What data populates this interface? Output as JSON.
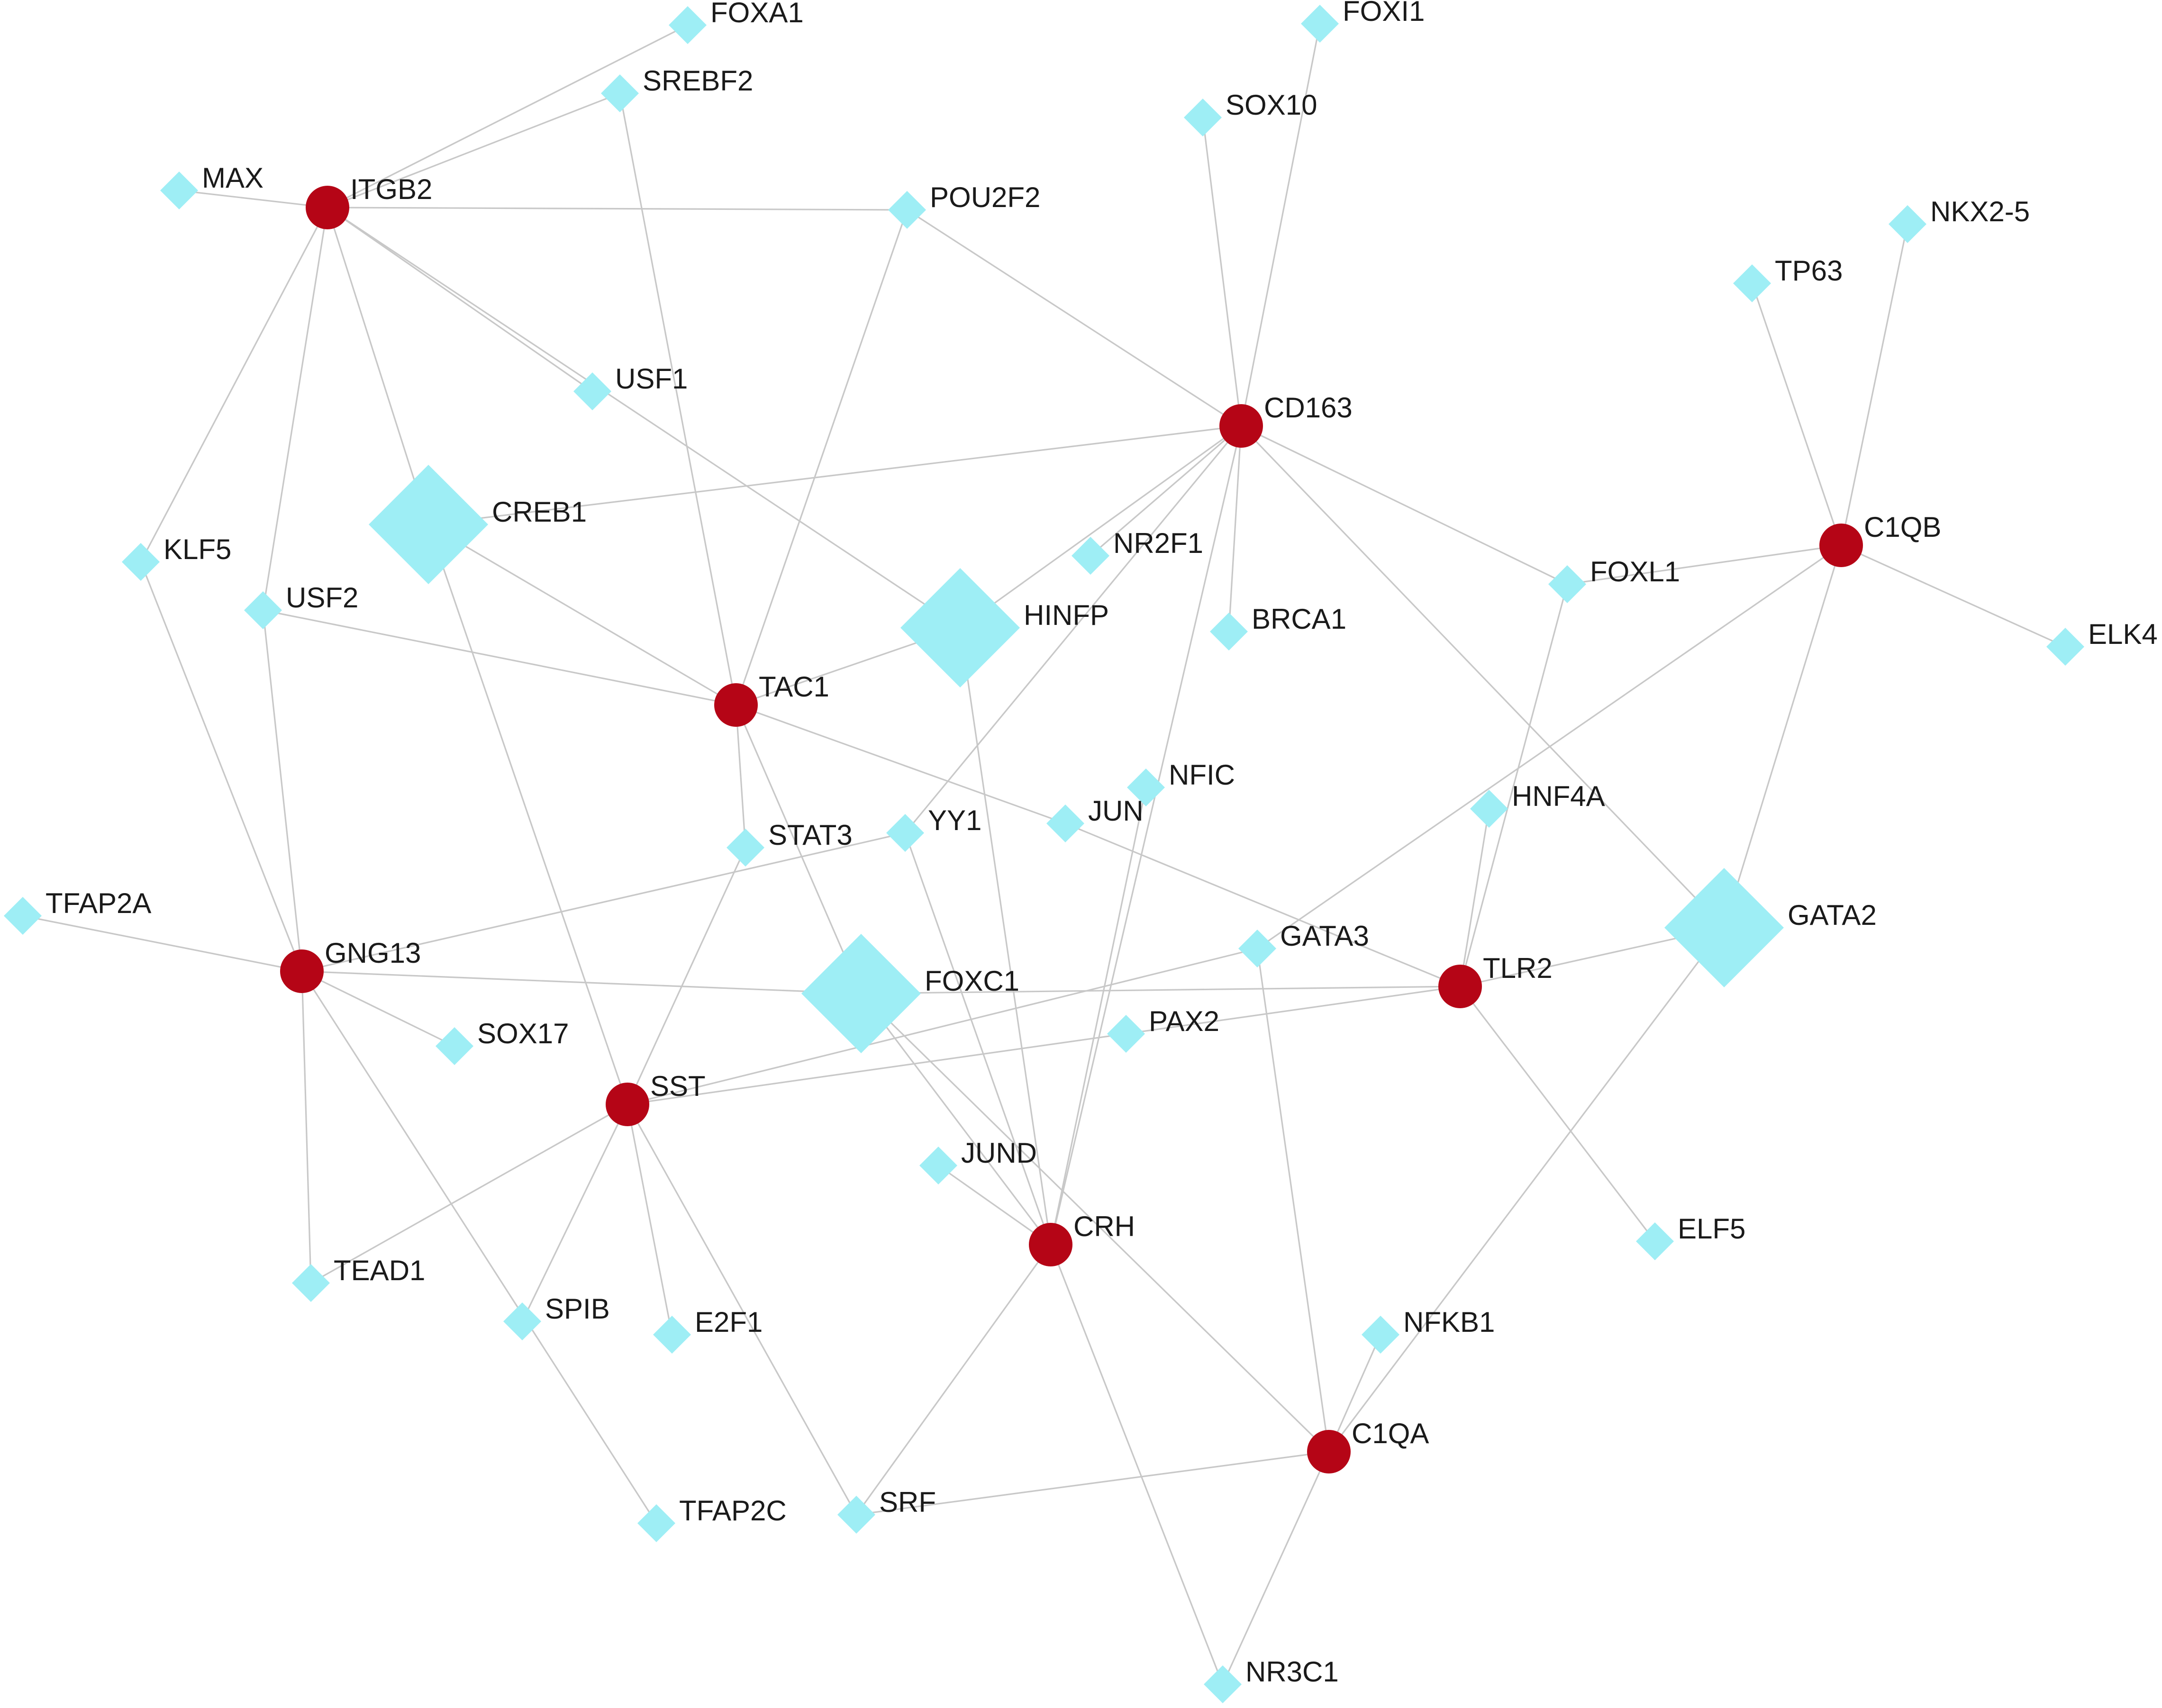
{
  "nodes": [
    {
      "id": "ITGB2",
      "label": "ITGB2",
      "type": "gene"
    },
    {
      "id": "CD163",
      "label": "CD163",
      "type": "gene"
    },
    {
      "id": "C1QB",
      "label": "C1QB",
      "type": "gene"
    },
    {
      "id": "TAC1",
      "label": "TAC1",
      "type": "gene"
    },
    {
      "id": "GNG13",
      "label": "GNG13",
      "type": "gene"
    },
    {
      "id": "SST",
      "label": "SST",
      "type": "gene"
    },
    {
      "id": "TLR2",
      "label": "TLR2",
      "type": "gene"
    },
    {
      "id": "CRH",
      "label": "CRH",
      "type": "gene"
    },
    {
      "id": "C1QA",
      "label": "C1QA",
      "type": "gene"
    },
    {
      "id": "CREB1",
      "label": "CREB1",
      "type": "tf",
      "degree": 3
    },
    {
      "id": "HINFP",
      "label": "HINFP",
      "type": "tf",
      "degree": 4
    },
    {
      "id": "FOXC1",
      "label": "FOXC1",
      "type": "tf",
      "degree": 4
    },
    {
      "id": "GATA2",
      "label": "GATA2",
      "type": "tf",
      "degree": 4
    },
    {
      "id": "FOXA1",
      "label": "FOXA1",
      "type": "tf",
      "degree": 1
    },
    {
      "id": "SREBF2",
      "label": "SREBF2",
      "type": "tf",
      "degree": 1
    },
    {
      "id": "FOXI1",
      "label": "FOXI1",
      "type": "tf",
      "degree": 1
    },
    {
      "id": "SOX10",
      "label": "SOX10",
      "type": "tf",
      "degree": 1
    },
    {
      "id": "MAX",
      "label": "MAX",
      "type": "tf",
      "degree": 1
    },
    {
      "id": "POU2F2",
      "label": "POU2F2",
      "type": "tf",
      "degree": 1
    },
    {
      "id": "NKX2-5",
      "label": "NKX2-5",
      "type": "tf",
      "degree": 1
    },
    {
      "id": "TP63",
      "label": "TP63",
      "type": "tf",
      "degree": 1
    },
    {
      "id": "USF1",
      "label": "USF1",
      "type": "tf",
      "degree": 1
    },
    {
      "id": "KLF5",
      "label": "KLF5",
      "type": "tf",
      "degree": 1
    },
    {
      "id": "USF2",
      "label": "USF2",
      "type": "tf",
      "degree": 1
    },
    {
      "id": "NR2F1",
      "label": "NR2F1",
      "type": "tf",
      "degree": 1
    },
    {
      "id": "BRCA1",
      "label": "BRCA1",
      "type": "tf",
      "degree": 1
    },
    {
      "id": "FOXL1",
      "label": "FOXL1",
      "type": "tf",
      "degree": 1
    },
    {
      "id": "ELK4",
      "label": "ELK4",
      "type": "tf",
      "degree": 1
    },
    {
      "id": "NFIC",
      "label": "NFIC",
      "type": "tf",
      "degree": 1
    },
    {
      "id": "JUN",
      "label": "JUN",
      "type": "tf",
      "degree": 1
    },
    {
      "id": "HNF4A",
      "label": "HNF4A",
      "type": "tf",
      "degree": 1
    },
    {
      "id": "STAT3",
      "label": "STAT3",
      "type": "tf",
      "degree": 1
    },
    {
      "id": "YY1",
      "label": "YY1",
      "type": "tf",
      "degree": 1
    },
    {
      "id": "TFAP2A",
      "label": "TFAP2A",
      "type": "tf",
      "degree": 1
    },
    {
      "id": "GATA3",
      "label": "GATA3",
      "type": "tf",
      "degree": 1
    },
    {
      "id": "PAX2",
      "label": "PAX2",
      "type": "tf",
      "degree": 1
    },
    {
      "id": "SOX17",
      "label": "SOX17",
      "type": "tf",
      "degree": 1
    },
    {
      "id": "JUND",
      "label": "JUND",
      "type": "tf",
      "degree": 1
    },
    {
      "id": "ELF5",
      "label": "ELF5",
      "type": "tf",
      "degree": 1
    },
    {
      "id": "TEAD1",
      "label": "TEAD1",
      "type": "tf",
      "degree": 1
    },
    {
      "id": "SPIB",
      "label": "SPIB",
      "type": "tf",
      "degree": 1
    },
    {
      "id": "E2F1",
      "label": "E2F1",
      "type": "tf",
      "degree": 1
    },
    {
      "id": "NFKB1",
      "label": "NFKB1",
      "type": "tf",
      "degree": 1
    },
    {
      "id": "TFAP2C",
      "label": "TFAP2C",
      "type": "tf",
      "degree": 1
    },
    {
      "id": "SRF",
      "label": "SRF",
      "type": "tf",
      "degree": 1
    },
    {
      "id": "NR3C1",
      "label": "NR3C1",
      "type": "tf",
      "degree": 1
    }
  ],
  "edges": [
    [
      "ITGB2",
      "FOXA1"
    ],
    [
      "ITGB2",
      "SREBF2"
    ],
    [
      "ITGB2",
      "MAX"
    ],
    [
      "ITGB2",
      "POU2F2"
    ],
    [
      "ITGB2",
      "USF1"
    ],
    [
      "ITGB2",
      "HINFP"
    ],
    [
      "ITGB2",
      "CREB1"
    ],
    [
      "ITGB2",
      "KLF5"
    ],
    [
      "ITGB2",
      "USF2"
    ],
    [
      "CD163",
      "SOX10"
    ],
    [
      "CD163",
      "FOXI1"
    ],
    [
      "CD163",
      "POU2F2"
    ],
    [
      "CD163",
      "CREB1"
    ],
    [
      "CD163",
      "NR2F1"
    ],
    [
      "CD163",
      "HINFP"
    ],
    [
      "CD163",
      "BRCA1"
    ],
    [
      "CD163",
      "FOXL1"
    ],
    [
      "CD163",
      "GATA2"
    ],
    [
      "CD163",
      "YY1"
    ],
    [
      "CD163",
      "CRH"
    ],
    [
      "C1QB",
      "TP63"
    ],
    [
      "C1QB",
      "NKX2-5"
    ],
    [
      "C1QB",
      "FOXL1"
    ],
    [
      "C1QB",
      "ELK4"
    ],
    [
      "C1QB",
      "GATA2"
    ],
    [
      "C1QB",
      "GATA3"
    ],
    [
      "TAC1",
      "SREBF2"
    ],
    [
      "TAC1",
      "POU2F2"
    ],
    [
      "TAC1",
      "CREB1"
    ],
    [
      "TAC1",
      "HINFP"
    ],
    [
      "TAC1",
      "USF2"
    ],
    [
      "TAC1",
      "STAT3"
    ],
    [
      "TAC1",
      "FOXC1"
    ],
    [
      "TAC1",
      "JUN"
    ],
    [
      "GNG13",
      "KLF5"
    ],
    [
      "GNG13",
      "USF2"
    ],
    [
      "GNG13",
      "TFAP2A"
    ],
    [
      "GNG13",
      "FOXC1"
    ],
    [
      "GNG13",
      "SOX17"
    ],
    [
      "GNG13",
      "TEAD1"
    ],
    [
      "GNG13",
      "TFAP2C"
    ],
    [
      "GNG13",
      "YY1"
    ],
    [
      "SST",
      "CREB1"
    ],
    [
      "SST",
      "STAT3"
    ],
    [
      "SST",
      "GATA3"
    ],
    [
      "SST",
      "TEAD1"
    ],
    [
      "SST",
      "SPIB"
    ],
    [
      "SST",
      "E2F1"
    ],
    [
      "SST",
      "SRF"
    ],
    [
      "SST",
      "TLR2"
    ],
    [
      "TLR2",
      "JUN"
    ],
    [
      "TLR2",
      "GATA2"
    ],
    [
      "TLR2",
      "FOXC1"
    ],
    [
      "TLR2",
      "HNF4A"
    ],
    [
      "TLR2",
      "FOXL1"
    ],
    [
      "TLR2",
      "ELF5"
    ],
    [
      "CRH",
      "HINFP"
    ],
    [
      "CRH",
      "YY1"
    ],
    [
      "CRH",
      "FOXC1"
    ],
    [
      "CRH",
      "JUND"
    ],
    [
      "CRH",
      "NFIC"
    ],
    [
      "CRH",
      "SRF"
    ],
    [
      "CRH",
      "NR3C1"
    ],
    [
      "C1QA",
      "FOXC1"
    ],
    [
      "C1QA",
      "GATA3"
    ],
    [
      "C1QA",
      "GATA2"
    ],
    [
      "C1QA",
      "NFKB1"
    ],
    [
      "C1QA",
      "SRF"
    ],
    [
      "C1QA",
      "NR3C1"
    ]
  ],
  "colors": {
    "gene_node": "#b50516",
    "tf_node": "#9eeef5",
    "edge": "#c8c8c8",
    "label": "#1a1a1a"
  }
}
